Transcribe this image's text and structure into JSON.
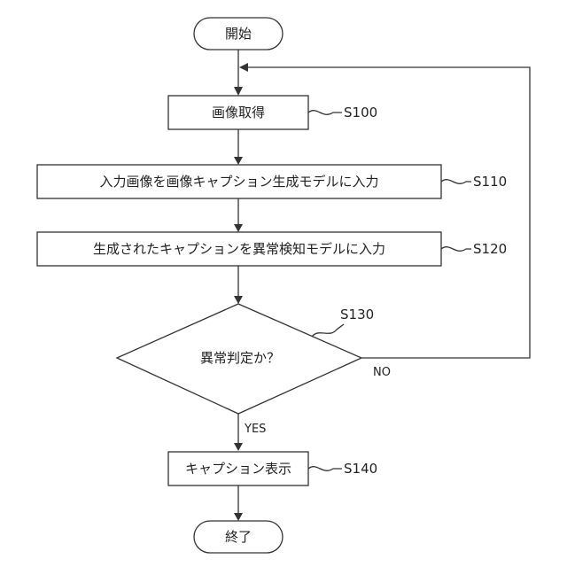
{
  "flowchart": {
    "start": {
      "label": "開始"
    },
    "end": {
      "label": "終了"
    },
    "steps": [
      {
        "id": "S100",
        "label": "画像取得"
      },
      {
        "id": "S110",
        "label": "入力画像を画像キャプション生成モデルに入力"
      },
      {
        "id": "S120",
        "label": "生成されたキャプションを異常検知モデルに入力"
      },
      {
        "id": "S140",
        "label": "キャプション表示"
      }
    ],
    "decision": {
      "id": "S130",
      "label": "異常判定か？",
      "yes_label": "YES",
      "no_label": "NO"
    }
  }
}
